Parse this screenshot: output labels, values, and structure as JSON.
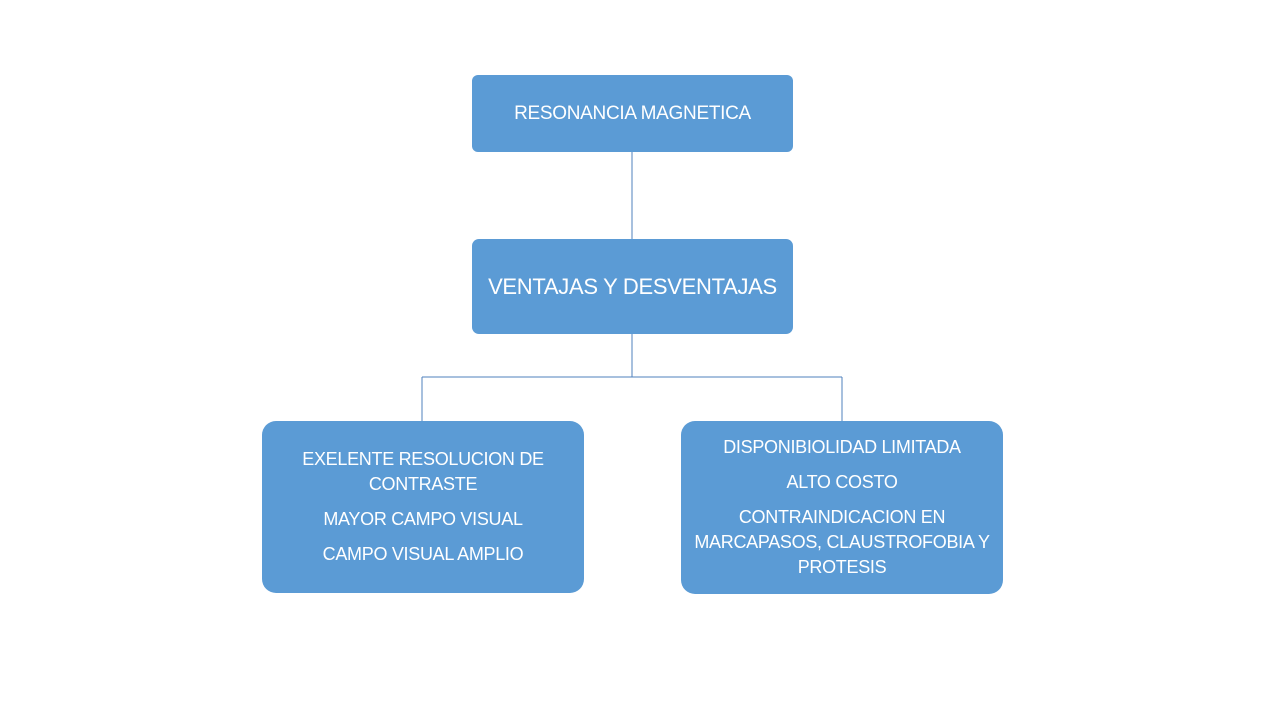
{
  "diagram": {
    "root": {
      "label": "RESONANCIA MAGNETICA"
    },
    "middle": {
      "label": "VENTAJAS Y DESVENTAJAS"
    },
    "left_child": {
      "items": [
        "EXELENTE RESOLUCION DE CONTRASTE",
        "MAYOR CAMPO VISUAL",
        "CAMPO VISUAL AMPLIO"
      ]
    },
    "right_child": {
      "items": [
        "DISPONIBIOLIDAD LIMITADA",
        "ALTO COSTO",
        "CONTRAINDICACION EN MARCAPASOS, CLAUSTROFOBIA Y PROTESIS"
      ]
    }
  },
  "colors": {
    "node_fill": "#5b9bd5",
    "connector": "#4f81bd",
    "text": "#ffffff",
    "background": "#ffffff"
  }
}
